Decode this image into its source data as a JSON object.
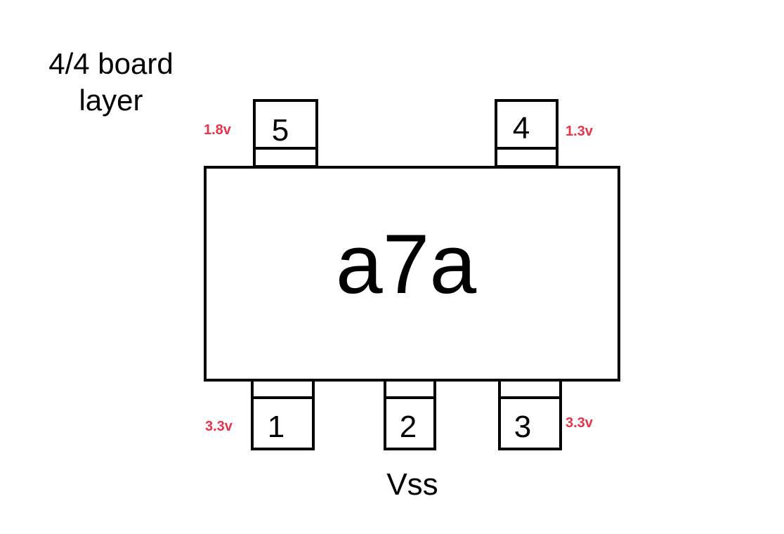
{
  "board_note": {
    "line1": "4/4 board",
    "line2": "layer"
  },
  "chip": {
    "label": "a7a"
  },
  "colors": {
    "voltage": "#e8334a",
    "outline": "#000000"
  },
  "pins": [
    {
      "number": "1",
      "voltage": "3.3v",
      "label": ""
    },
    {
      "number": "2",
      "voltage": "",
      "label": "Vss"
    },
    {
      "number": "3",
      "voltage": "3.3v",
      "label": ""
    },
    {
      "number": "4",
      "voltage": "1.3v",
      "label": ""
    },
    {
      "number": "5",
      "voltage": "1.8v",
      "label": ""
    }
  ]
}
